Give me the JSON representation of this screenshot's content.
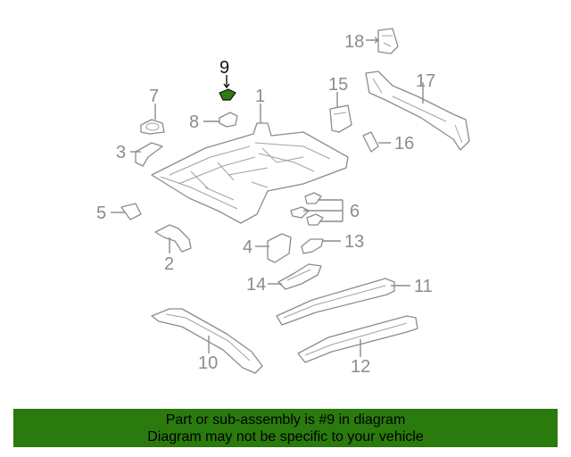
{
  "diagram": {
    "selected_part": "9",
    "selected_color": "#2e7d0f",
    "callouts": {
      "c1": "1",
      "c2": "2",
      "c3": "3",
      "c4": "4",
      "c5": "5",
      "c6": "6",
      "c7": "7",
      "c8": "8",
      "c9": "9",
      "c10": "10",
      "c11": "11",
      "c12": "12",
      "c13": "13",
      "c14": "14",
      "c15": "15",
      "c16": "16",
      "c17": "17",
      "c18": "18"
    }
  },
  "footer": {
    "line1": "Part or sub-assembly is #9 in diagram",
    "line2": "Diagram may not be specific to your vehicle",
    "background": "#2a7a0e"
  }
}
